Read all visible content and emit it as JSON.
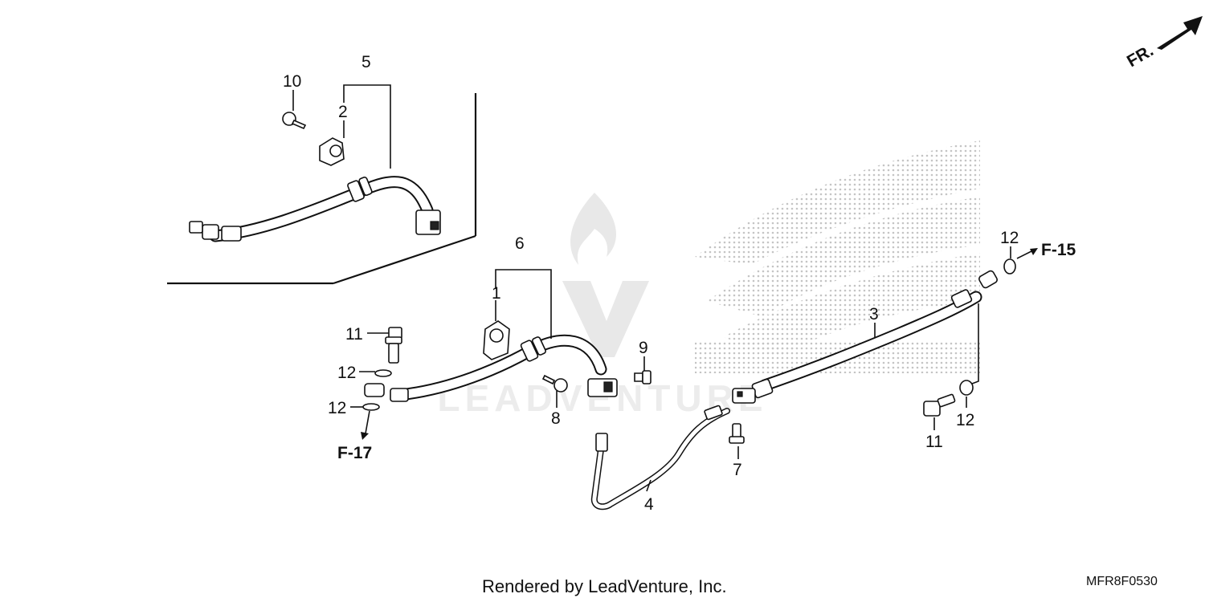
{
  "diagram": {
    "part_labels": {
      "p1": "1",
      "p2": "2",
      "p3": "3",
      "p4": "4",
      "p5": "5",
      "p6": "6",
      "p7": "7",
      "p8": "8",
      "p9": "9",
      "p10": "10",
      "p11a": "11",
      "p11b": "11",
      "p12a": "12",
      "p12b": "12",
      "p12c": "12",
      "p12d": "12"
    },
    "refs": {
      "f15": "F-15",
      "f17": "F-17"
    },
    "direction": "FR.",
    "watermark": "LEADVENTURE"
  },
  "footer": {
    "credit": "Rendered by LeadVenture, Inc.",
    "code": "MFR8F0530"
  },
  "colors": {
    "line": "#111111",
    "watermark": "#e6e6e6",
    "dots": "#c8c8c8"
  }
}
